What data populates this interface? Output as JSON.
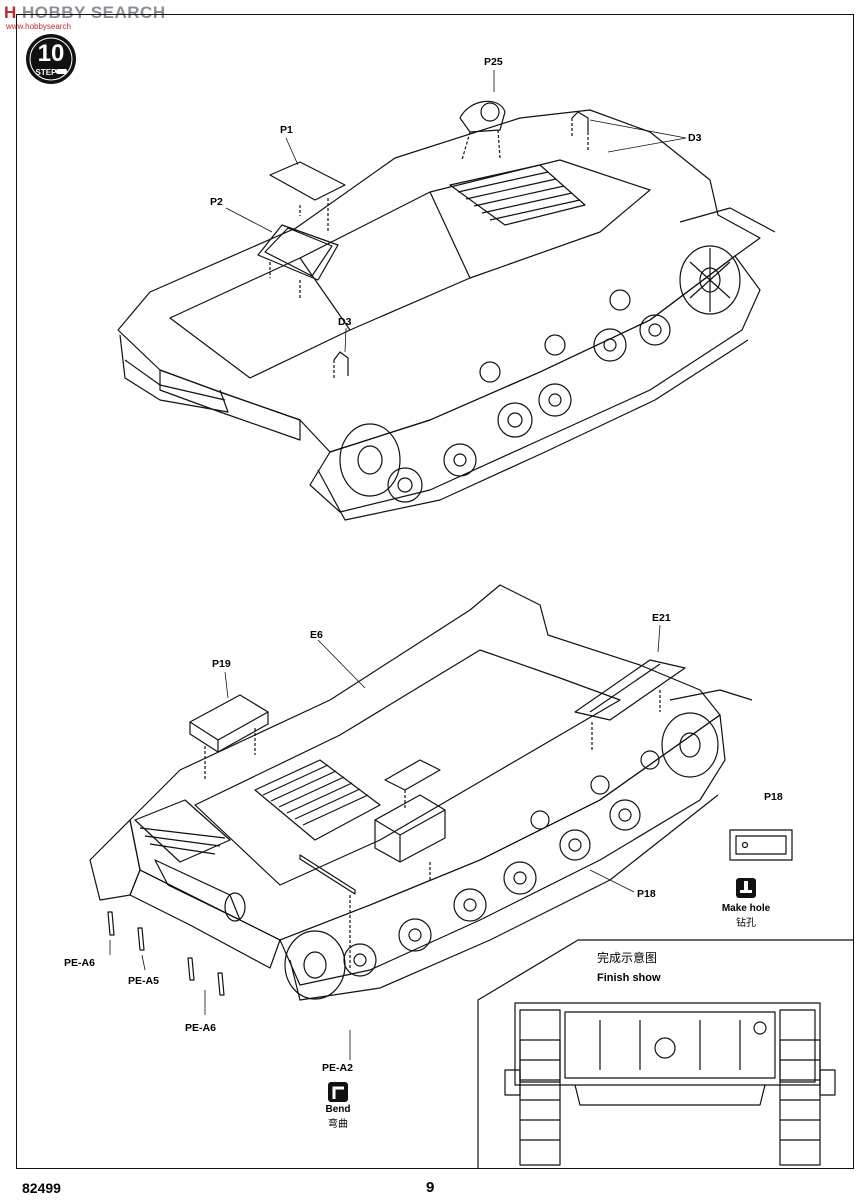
{
  "watermark": {
    "brand_left": "H",
    "brand_right": "HOBBY SEARCH",
    "url": "www.hobbysearch"
  },
  "step": {
    "number": "10",
    "label": "STEP"
  },
  "top_drawing": {
    "labels": {
      "p25": "P25",
      "p1": "P1",
      "p2": "P2",
      "d3_top": "D3",
      "d3_mid": "D3"
    }
  },
  "bottom_drawing": {
    "labels": {
      "e6": "E6",
      "e21": "E21",
      "p19": "P19",
      "p18_part": "P18",
      "pe_a6_left": "PE-A6",
      "pe_a5": "PE-A5",
      "pe_a6_bottom": "PE-A6",
      "pe_a2": "PE-A2"
    }
  },
  "detail_p18": {
    "label": "P18",
    "action_en": "Make hole",
    "action_cn": "钻孔"
  },
  "bend_symbol": {
    "action_en": "Bend",
    "action_cn": "弯曲"
  },
  "finish_inset": {
    "title_cn": "完成示意图",
    "title_en": "Finish show"
  },
  "footer": {
    "kit_number": "82499",
    "page_number": "9"
  },
  "colors": {
    "line": "#111111",
    "brand_red": "#c0282d",
    "brand_grey": "#8a8f96"
  }
}
